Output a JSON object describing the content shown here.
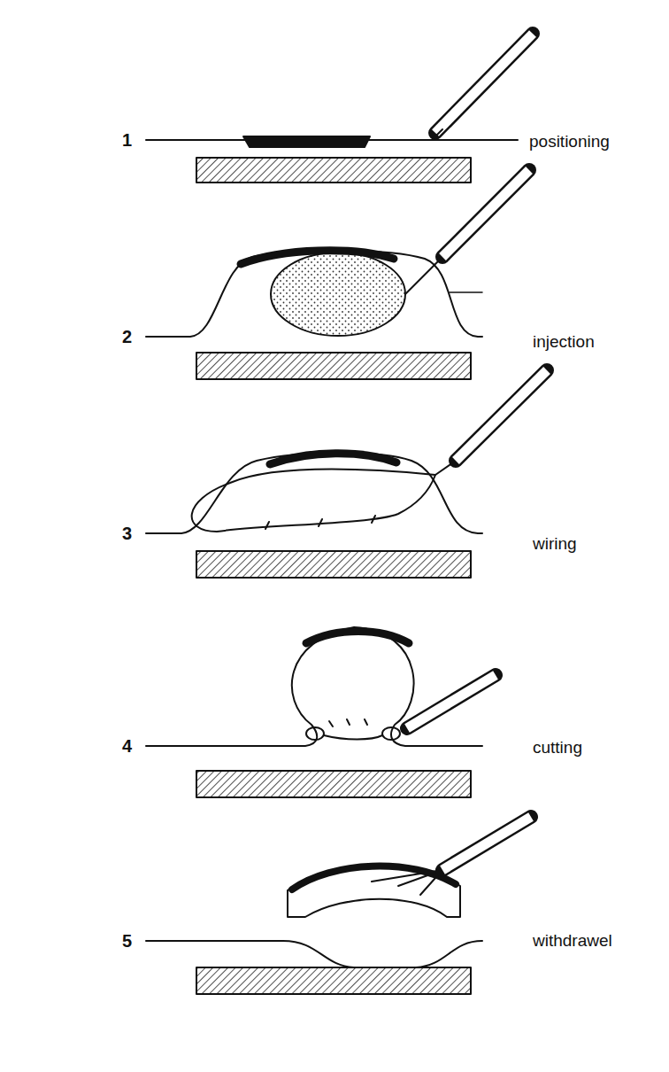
{
  "diagram": {
    "labels": [
      "1",
      "positioning",
      "2",
      "injection",
      "3",
      "wiring",
      "4",
      "cutting",
      "5",
      "withdrawel"
    ]
  }
}
